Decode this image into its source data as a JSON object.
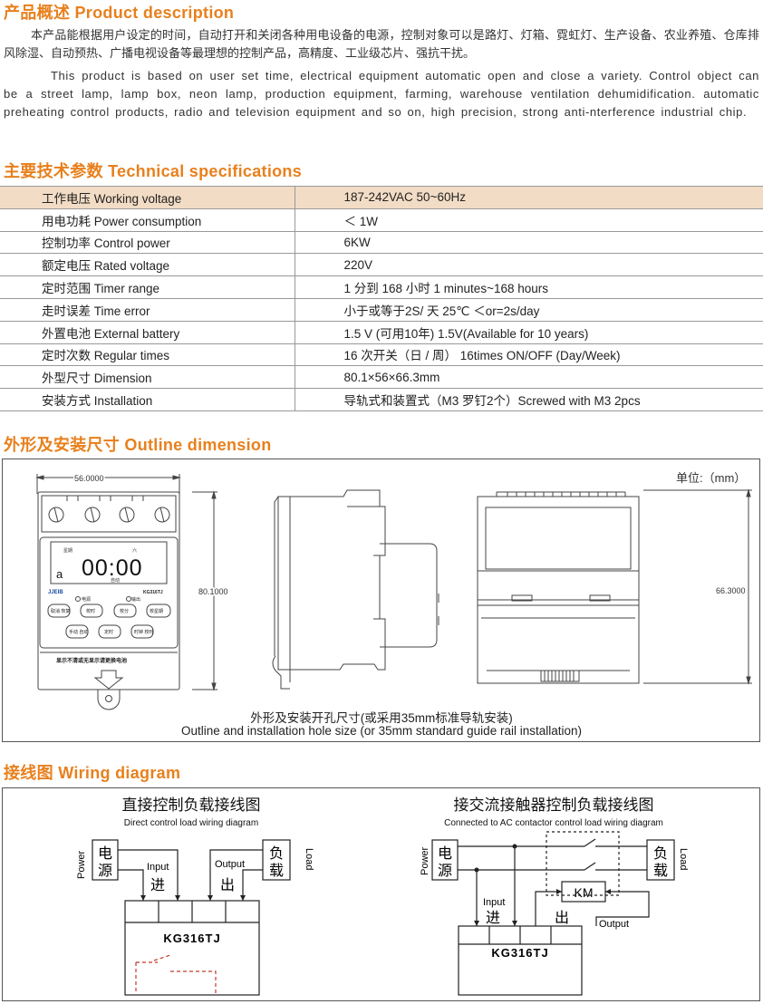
{
  "intro": {
    "heading": "产品概述 Product description",
    "cn_text": "本产品能根据用户设定的时间，自动打开和关闭各种用电设备的电源，控制对象可以是路灯、灯箱、霓虹灯、生产设备、农业养殖、仓库排风除湿、自动预热、广播电视设备等最理想的控制产品，高精度、工业级芯片、强抗干扰。",
    "en_text": "This product is based on user set time, electrical equipment automatic open and close a variety. Control object can be a street lamp, lamp box, neon lamp, production equipment, farming, warehouse ventilation dehumidification. automatic preheating control products, radio and television equipment and so on, high precision, strong anti-nterference industrial chip."
  },
  "specs": {
    "heading": "主要技术参数 Technical specifications",
    "rows": [
      {
        "label": "工作电压 Working voltage",
        "value": "187-242VAC  50~60Hz"
      },
      {
        "label": "用电功耗 Power consumption",
        "value": "＜ 1W"
      },
      {
        "label": "控制功率 Control power",
        "value": "6KW"
      },
      {
        "label": "额定电压 Rated voltage",
        "value": "220V"
      },
      {
        "label": "定时范围 Timer range",
        "value": "1 分到 168 小时  1 minutes~168 hours"
      },
      {
        "label": "走时误差 Time error",
        "value": "小于或等于2S/ 天   25℃   ＜or=2s/day"
      },
      {
        "label": "外置电池 External battery",
        "value": "1.5 V (可用10年)  1.5V(Available for 10 years)"
      },
      {
        "label": "定时次数 Regular times",
        "value": "16 次开关（日 / 周）  16times ON/OFF (Day/Week)"
      },
      {
        "label": "外型尺寸 Dimension",
        "value": "80.1×56×66.3mm"
      },
      {
        "label": "安装方式 Installation",
        "value": "导轨式和装置式（M3 罗钉2个）Screwed with M3 2pcs"
      }
    ]
  },
  "outline": {
    "heading": "外形及安装尺寸 Outline dimension",
    "unit": "单位:（mm）",
    "dim_width": "56.0000",
    "dim_height": "80.1000",
    "dim_depth": "66.3000",
    "device": {
      "weekday_label": "星期",
      "day_value": "六",
      "display_time": "00:00",
      "mode_digit": "a",
      "mode_label": "自动",
      "brand": "JJEIB",
      "model": "KG316TJ",
      "power_led": "电源",
      "output_led": "输出",
      "btn_cancel": "取消\n恢复",
      "btn_hour": "校时",
      "btn_minute": "校分",
      "btn_week": "校星期",
      "btn_manual": "手动\n自动",
      "btn_timer": "定时",
      "btn_clock": "时钟\n校时",
      "warning": "显示不清或无显示请更换电池"
    },
    "caption_cn": "外形及安装开孔尺寸(或采用35mm标准导轨安装)",
    "caption_en": "Outline and installation hole size (or 35mm standard guide rail installation)"
  },
  "wiring": {
    "heading": "接线图 Wiring diagram",
    "left": {
      "title_cn": "直接控制负载接线图",
      "title_en": "Direct control load wiring diagram",
      "power_cn_1": "电",
      "power_cn_2": "源",
      "power_en": "Power",
      "input_en": "Input",
      "input_cn": "进",
      "output_en": "Output",
      "output_cn": "出",
      "load_cn_1": "负",
      "load_cn_2": "载",
      "load_en": "Load",
      "model": "KG316TJ"
    },
    "right": {
      "title_cn": "接交流接触器控制负载接线图",
      "title_en": "Connected to AC contactor control load wiring diagram",
      "power_cn_1": "电",
      "power_cn_2": "源",
      "power_en": "Power",
      "input_en": "Input",
      "input_cn": "进",
      "output_cn": "出",
      "output_en": "Output",
      "load_cn_1": "负",
      "load_cn_2": "载",
      "load_en": "Load",
      "contactor": "KM",
      "model": "KG316TJ"
    }
  }
}
